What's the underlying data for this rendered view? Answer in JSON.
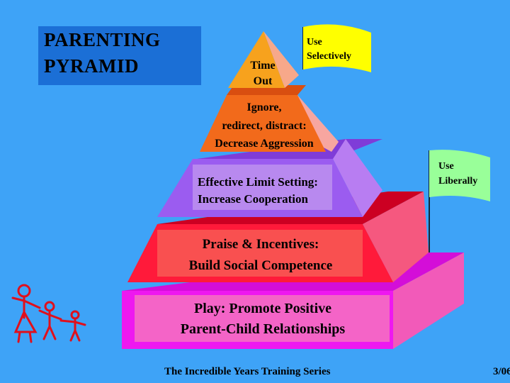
{
  "title": {
    "line1": "PARENTING",
    "line2": "PYRAMID"
  },
  "tiers": [
    {
      "lines": [
        "Time",
        "Out"
      ]
    },
    {
      "lines": [
        "Ignore,",
        "redirect, distract:",
        "Decrease Aggression"
      ]
    },
    {
      "lines": [
        "Effective Limit Setting:",
        "Increase Cooperation"
      ]
    },
    {
      "lines": [
        "Praise & Incentives:",
        "Build Social Competence"
      ]
    },
    {
      "lines": [
        "Play: Promote Positive",
        "Parent-Child Relationships"
      ]
    }
  ],
  "flags": {
    "selectively": [
      "Use",
      "Selectively"
    ],
    "liberally": [
      "Use",
      "Liberally"
    ]
  },
  "footer": {
    "series": "The Incredible Years Training Series",
    "date": "3/06"
  },
  "colors": {
    "background": "#3ea3f7",
    "title_box": "#1b6fd6",
    "tier_top": "#f7a21d",
    "tier_2": "#f26a1b",
    "tier_3": "#9b5cf0",
    "tier_4": "#ff1a3a",
    "tier_5": "#ee18f0",
    "flag_top": "#ffff00",
    "flag_bottom": "#99ff99"
  }
}
